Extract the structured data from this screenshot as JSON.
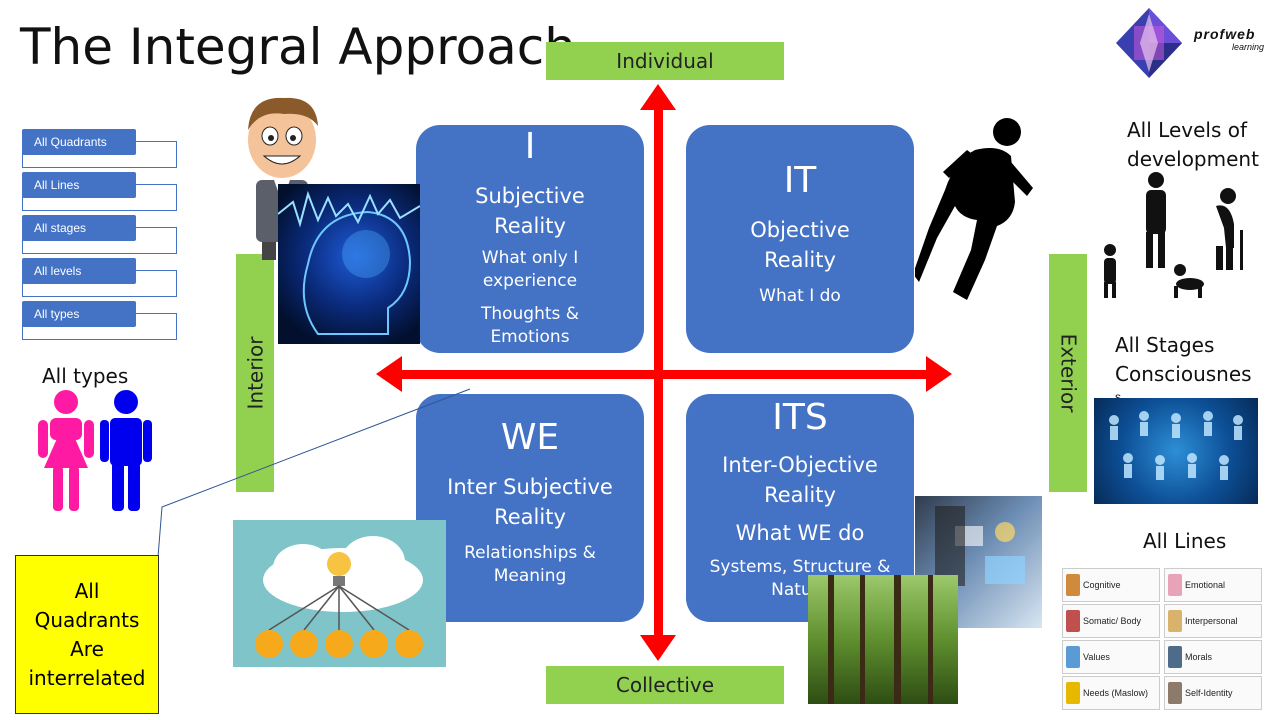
{
  "title": "The Integral Approach",
  "logo": {
    "brand": "profweb",
    "tagline": "learning"
  },
  "axes": {
    "top": "Individual",
    "bottom": "Collective",
    "left": "Interior",
    "right": "Exterior"
  },
  "quadrants": {
    "i": {
      "heading": "I",
      "line1": "Subjective",
      "line2": "Reality",
      "desc1": "What only I",
      "desc2": "experience",
      "desc3": "Thoughts &",
      "desc4": "Emotions"
    },
    "it": {
      "heading": "IT",
      "line1": "Objective",
      "line2": "Reality",
      "desc1": "What I do"
    },
    "we": {
      "heading": "WE",
      "line1": "Inter Subjective",
      "line2": "Reality",
      "desc1": "Relationships &",
      "desc2": "Meaning"
    },
    "its": {
      "heading": "ITS",
      "line1": "Inter-Objective",
      "line2": "Reality",
      "line3": "What WE do",
      "desc1": "Systems, Structure &",
      "desc2": "Nature"
    }
  },
  "sidebar": {
    "items": [
      "All Quadrants",
      "All Lines",
      "All stages",
      "All levels",
      "All types"
    ]
  },
  "all_types_label": "All types",
  "callout": {
    "l1": "All",
    "l2": "Quadrants",
    "l3": "Are",
    "l4": "interrelated"
  },
  "right": {
    "levels_1": "All Levels of",
    "levels_2": "development",
    "stages_1": "All Stages",
    "stages_2": "Consciousnes",
    "stages_3": "s",
    "lines_title": "All Lines"
  },
  "lines": [
    {
      "label": "Cognitive",
      "color": "#d08a3c"
    },
    {
      "label": "Emotional",
      "color": "#e9a3b8"
    },
    {
      "label": "Somatic/ Body",
      "color": "#c0504d"
    },
    {
      "label": "Interpersonal",
      "color": "#d9b36b"
    },
    {
      "label": "Values",
      "color": "#5b9bd5"
    },
    {
      "label": "Morals",
      "color": "#4f6b8a"
    },
    {
      "label": "Needs (Maslow)",
      "color": "#e6b800"
    },
    {
      "label": "Self-Identity",
      "color": "#8c7b6b"
    }
  ],
  "colors": {
    "quadrant": "#4472c4",
    "axis_label": "#92d050",
    "arrow": "#ff0000",
    "callout": "#ffff00"
  }
}
